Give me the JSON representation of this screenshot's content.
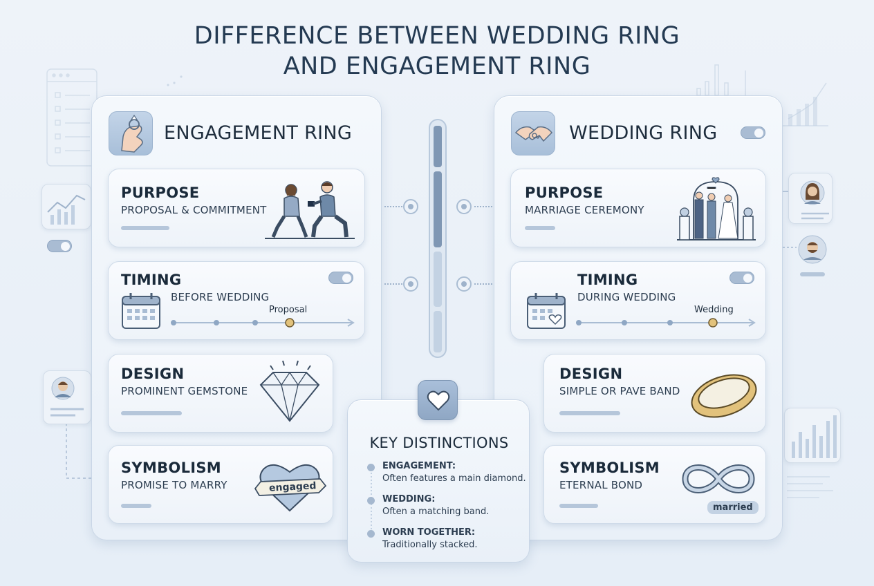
{
  "title_line1": "DIFFERENCE BETWEEN WEDDING RING",
  "title_line2": "AND ENGAGEMENT RING",
  "engagement": {
    "title": "ENGAGEMENT RING",
    "purpose": {
      "title": "PURPOSE",
      "text": "PROPOSAL & COMMITMENT"
    },
    "timing": {
      "title": "TIMING",
      "text": "BEFORE WEDDING",
      "marker": "Proposal"
    },
    "design": {
      "title": "DESIGN",
      "text": "PROMINENT GEMSTONE"
    },
    "symbolism": {
      "title": "SYMBOLISM",
      "text": "PROMISE TO MARRY",
      "badge": "engaged"
    }
  },
  "wedding": {
    "title": "WEDDING RING",
    "purpose": {
      "title": "PURPOSE",
      "text": "MARRIAGE CEREMONY"
    },
    "timing": {
      "title": "TIMING",
      "text": "DURING WEDDING",
      "marker": "Wedding"
    },
    "design": {
      "title": "DESIGN",
      "text": "SIMPLE OR PAVE BAND"
    },
    "symbolism": {
      "title": "SYMBOLISM",
      "text": "ETERNAL BOND",
      "badge": "married"
    }
  },
  "key_distinctions": {
    "title": "KEY DISTINCTIONS",
    "items": [
      {
        "heading": "ENGAGEMENT:",
        "text": "Often features a main diamond."
      },
      {
        "heading": "WEDDING:",
        "text": "Often a matching band."
      },
      {
        "heading": "WORN TOGETHER:",
        "text": "Traditionally stacked."
      }
    ]
  },
  "colors": {
    "accent": "#8fa7c4",
    "gold": "#e2c27c",
    "text": "#1e2d3d"
  },
  "icons": [
    "ring-hand-icon",
    "holding-hands-icon",
    "calendar-icon",
    "diamond-icon",
    "gold-band-icon",
    "heart-icon",
    "infinity-icon",
    "proposal-illustration",
    "ceremony-illustration"
  ]
}
